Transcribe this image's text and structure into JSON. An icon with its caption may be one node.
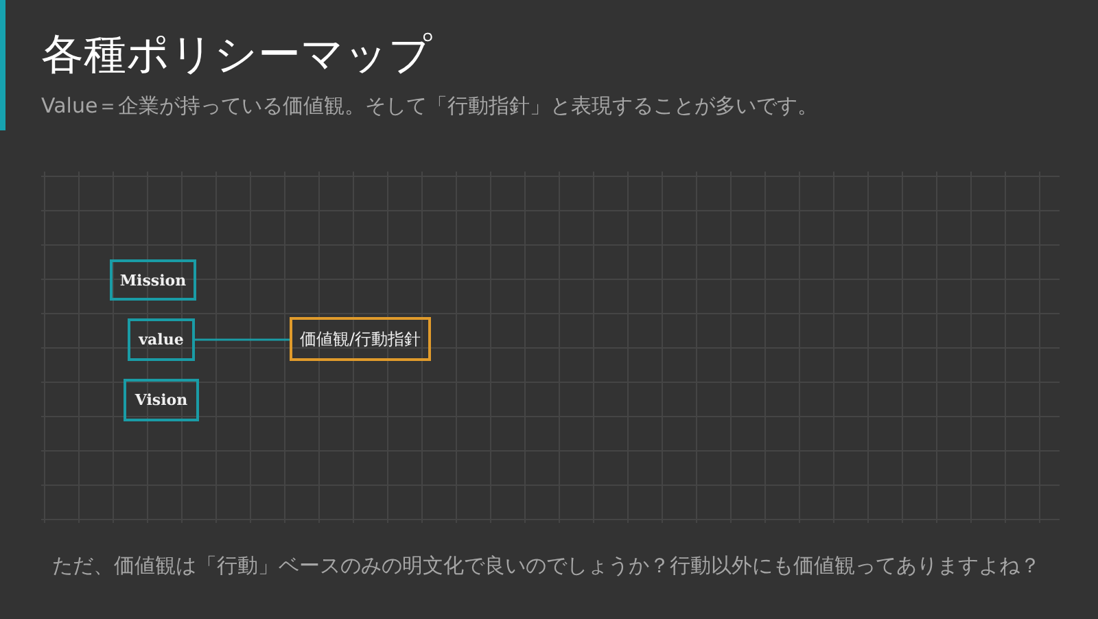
{
  "diagram": {
    "title": "各種ポリシーマップ",
    "nodes": [
      {
        "text": [
          "Mission"
        ]
      },
      {
        "text": [
          "value"
        ]
      },
      {
        "text": [
          "Vision"
        ]
      },
      {
        "text": [
          "価値観/行動指針"
        ]
      }
    ],
    "edges": [
      {
        "from": 1,
        "to": 3,
        "arrow": "none",
        "color": "#1a9ca6"
      }
    ],
    "labels": [
      "Value＝企業が持っている価値観。そして「行動指針」と表現することが多いです。",
      "ただ、価値観は「行動」ベースのみの明文化で良いのでしょうか？行動以外にも価値観ってありますよね？"
    ]
  }
}
